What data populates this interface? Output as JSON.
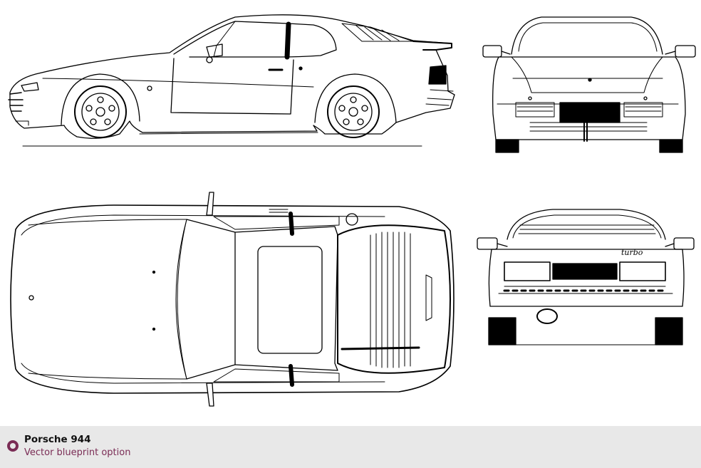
{
  "blueprint": {
    "rear_badge": "turbo"
  },
  "info": {
    "title": "Porsche 944",
    "subtitle": "Vector blueprint option"
  },
  "colors": {
    "line": "#000000",
    "bar": "#e8e8e8",
    "accent": "#7a2c55"
  }
}
